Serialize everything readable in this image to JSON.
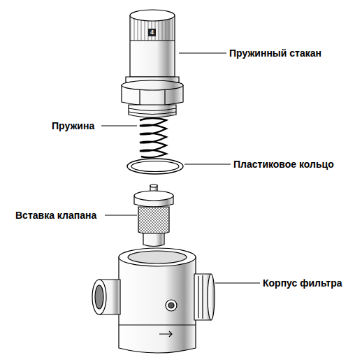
{
  "diagram": {
    "labels": [
      "4",
      "Пружинный стакан",
      "Пружина",
      "Пластиковое кольцо",
      "Вставка клапана",
      "Корпус фильтра"
    ]
  }
}
